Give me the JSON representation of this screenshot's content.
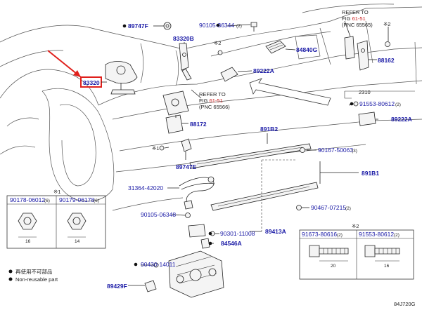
{
  "diagram": {
    "code": "84J720G",
    "callouts": {
      "p89747F_top": "89747F",
      "p83320B": "83320B",
      "p90105_36344": "90105-36344",
      "p84840G": "84840G",
      "p89222A_top": "89222A",
      "p88162": "88162",
      "p83320": "83320",
      "p88172": "88172",
      "p2310": "2310",
      "p91553_80612_upper": "91553-80612",
      "p89222A_right": "89222A",
      "p891B2": "891B2",
      "p90167_50063": "90167-50063",
      "p89747E": "89747E",
      "p891B1": "891B1",
      "p31364_42020": "31364-42020",
      "p90467_07215": "90467-07215",
      "p90105_06348": "90105-06348",
      "p90301_11008": "90301-11008",
      "p89413A": "89413A",
      "p84546A": "84546A",
      "p90430_14011": "90430-14011",
      "p89429F": "89429F"
    },
    "qty": {
      "q2_90105": "(2)",
      "q2_90167": "(3)",
      "q2_90467": "(2)",
      "q2_91553": "(2)"
    },
    "refer_top": {
      "line1": "REFER TO",
      "line2": "FIG",
      "fig": "61-51",
      "pnc": "(PNC 65565)"
    },
    "refer_mid": {
      "line1": "REFER TO",
      "line2": "FIG",
      "fig": "61-51",
      "pnc": "(PNC 65566)"
    },
    "mark1": "※1",
    "mark2": "※2",
    "box1": {
      "mark": "※1",
      "left": {
        "part": "90178-06012",
        "qty": "(6)",
        "dim": "16"
      },
      "right": {
        "part": "90179-06178",
        "qty": "(6)",
        "dim": "14"
      }
    },
    "box2": {
      "mark": "※2",
      "left": {
        "part": "91673-80616",
        "qty": "(2)",
        "dim": "20"
      },
      "right": {
        "part": "91553-80612",
        "qty": "(2)",
        "dim": "16"
      }
    },
    "legend": [
      {
        "text": "再使用不可部品"
      },
      {
        "text": "Non-reusable part"
      }
    ]
  }
}
